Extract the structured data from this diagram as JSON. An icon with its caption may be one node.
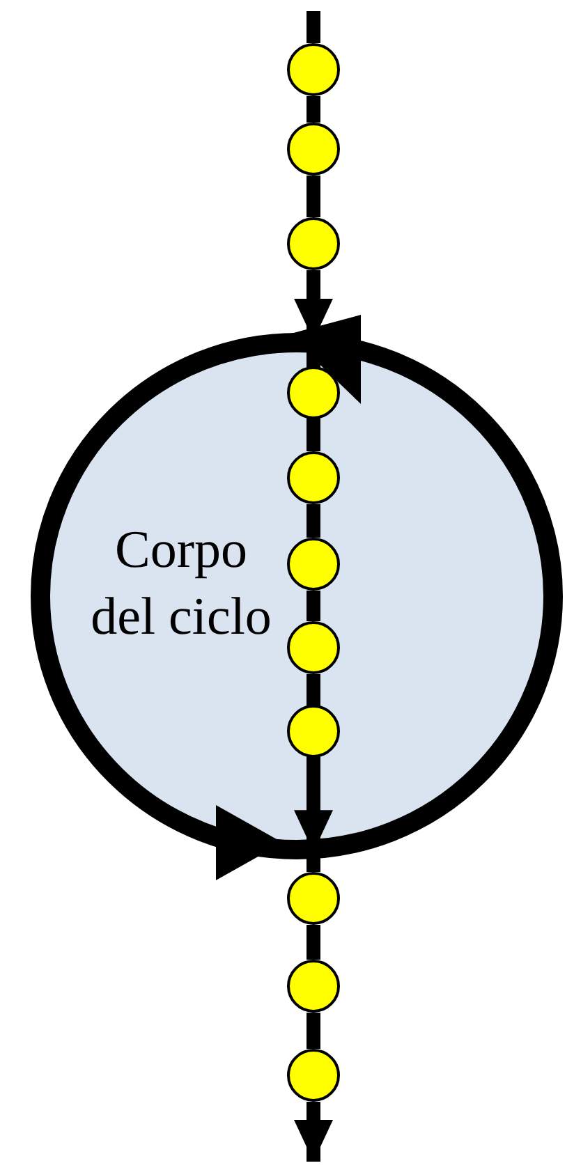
{
  "diagram": {
    "nodes": [
      {
        "text": [
          "Corpo del ciclo"
        ]
      },
      {
        "text": [],
        "shape": "circle"
      },
      {
        "text": [],
        "shape": "circle"
      },
      {
        "text": [],
        "shape": "circle"
      },
      {
        "text": [],
        "shape": "circle",
        "in": 0
      },
      {
        "text": [],
        "shape": "circle",
        "in": 0
      },
      {
        "text": [],
        "shape": "circle",
        "in": 0
      },
      {
        "text": [],
        "shape": "circle",
        "in": 0
      },
      {
        "text": [],
        "shape": "circle",
        "in": 0
      },
      {
        "text": [],
        "shape": "circle"
      },
      {
        "text": [],
        "shape": "circle"
      },
      {
        "text": [],
        "shape": "circle"
      }
    ],
    "edges": [
      {
        "from": null,
        "to": 1,
        "arrow": "none"
      },
      {
        "from": 1,
        "to": 2,
        "arrow": "none"
      },
      {
        "from": 2,
        "to": 3,
        "arrow": "none"
      },
      {
        "from": 3,
        "to": 0,
        "arrow": "to"
      },
      {
        "from": 0,
        "to": 4,
        "arrow": "none"
      },
      {
        "from": 4,
        "to": 5,
        "arrow": "none"
      },
      {
        "from": 5,
        "to": 6,
        "arrow": "none"
      },
      {
        "from": 6,
        "to": 7,
        "arrow": "none"
      },
      {
        "from": 7,
        "to": 8,
        "arrow": "none"
      },
      {
        "from": 8,
        "to": 0,
        "arrow": "to"
      },
      {
        "from": 0,
        "to": 9,
        "arrow": "none"
      },
      {
        "from": 9,
        "to": 10,
        "arrow": "none"
      },
      {
        "from": 10,
        "to": 11,
        "arrow": "none"
      },
      {
        "from": 11,
        "to": null,
        "arrow": "to"
      }
    ]
  }
}
